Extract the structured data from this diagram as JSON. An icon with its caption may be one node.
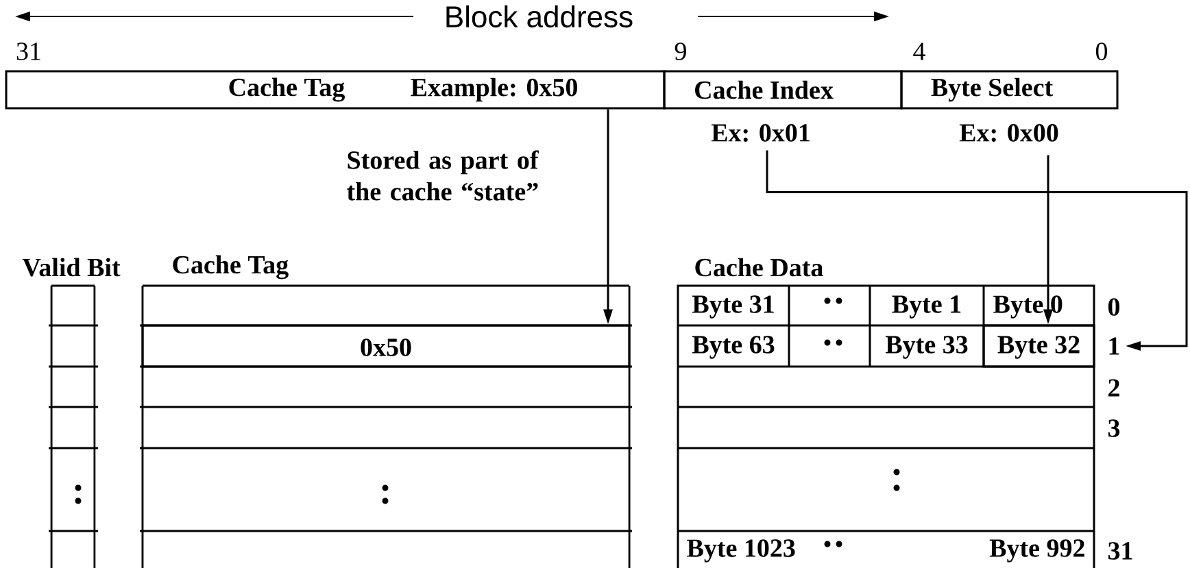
{
  "diagram": {
    "nodes": [
      {
        "text": [
          "Cache Tag",
          "Example: 0x50"
        ]
      },
      {
        "text": [
          "Cache Index"
        ],
        "beside": [
          "Ex: 0x01"
        ]
      },
      {
        "text": [
          "Byte Select"
        ],
        "beside": [
          "Ex: 0x00"
        ]
      },
      {
        "text": [
          "0x50"
        ]
      },
      {
        "text": [
          "Byte 32"
        ]
      },
      {
        "text": [
          "1"
        ]
      }
    ],
    "edges": [
      {
        "from": 0,
        "to": 3,
        "arrow": "to"
      },
      {
        "from": 1,
        "to": 5,
        "arrow": "to"
      },
      {
        "from": 2,
        "to": 4,
        "arrow": "to"
      }
    ],
    "labels": [
      "Block address",
      "31",
      "9",
      "4",
      "0",
      "Stored as part of the cache “state”",
      "Valid Bit",
      "Cache Tag",
      "Cache Data",
      "Byte 31",
      "Byte 1",
      "Byte 0",
      "0",
      "Byte 63",
      "Byte 33",
      "2",
      "3",
      "Byte 1023",
      "Byte 992",
      "31"
    ]
  }
}
